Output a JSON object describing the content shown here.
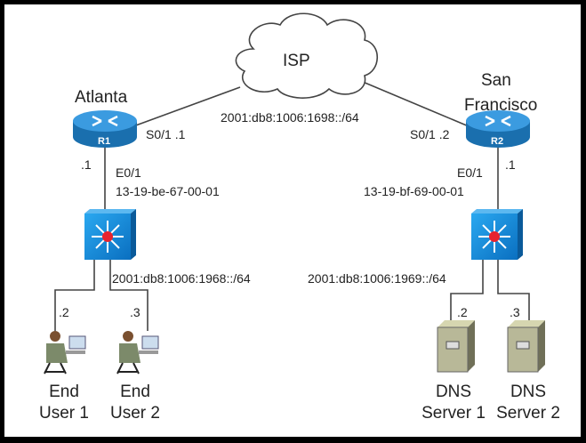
{
  "isp": {
    "label": "ISP"
  },
  "sites": {
    "atlanta": {
      "name": "Atlanta",
      "router": "R1",
      "serial": "S0/1 .1",
      "lan_host": ".1",
      "eth_if": "E0/1",
      "mac": "13-19-be-67-00-01",
      "lan_prefix": "2001:db8:1006:1968::/64"
    },
    "sanfrancisco": {
      "name_line1": "San",
      "name_line2": "Francisco",
      "router": "R2",
      "serial": "S0/1 .2",
      "lan_host": ".1",
      "eth_if": "E0/1",
      "mac": "13-19-bf-69-00-01",
      "lan_prefix": "2001:db8:1006:1969::/64"
    }
  },
  "wan_prefix": "2001:db8:1006:1698::/64",
  "hosts": [
    {
      "addr": ".2",
      "line1": "End",
      "line2": "User 1"
    },
    {
      "addr": ".3",
      "line1": "End",
      "line2": "User 2"
    },
    {
      "addr": ".2",
      "line1": "DNS",
      "line2": "Server 1"
    },
    {
      "addr": ".3",
      "line1": "DNS",
      "line2": "Server 2"
    }
  ]
}
